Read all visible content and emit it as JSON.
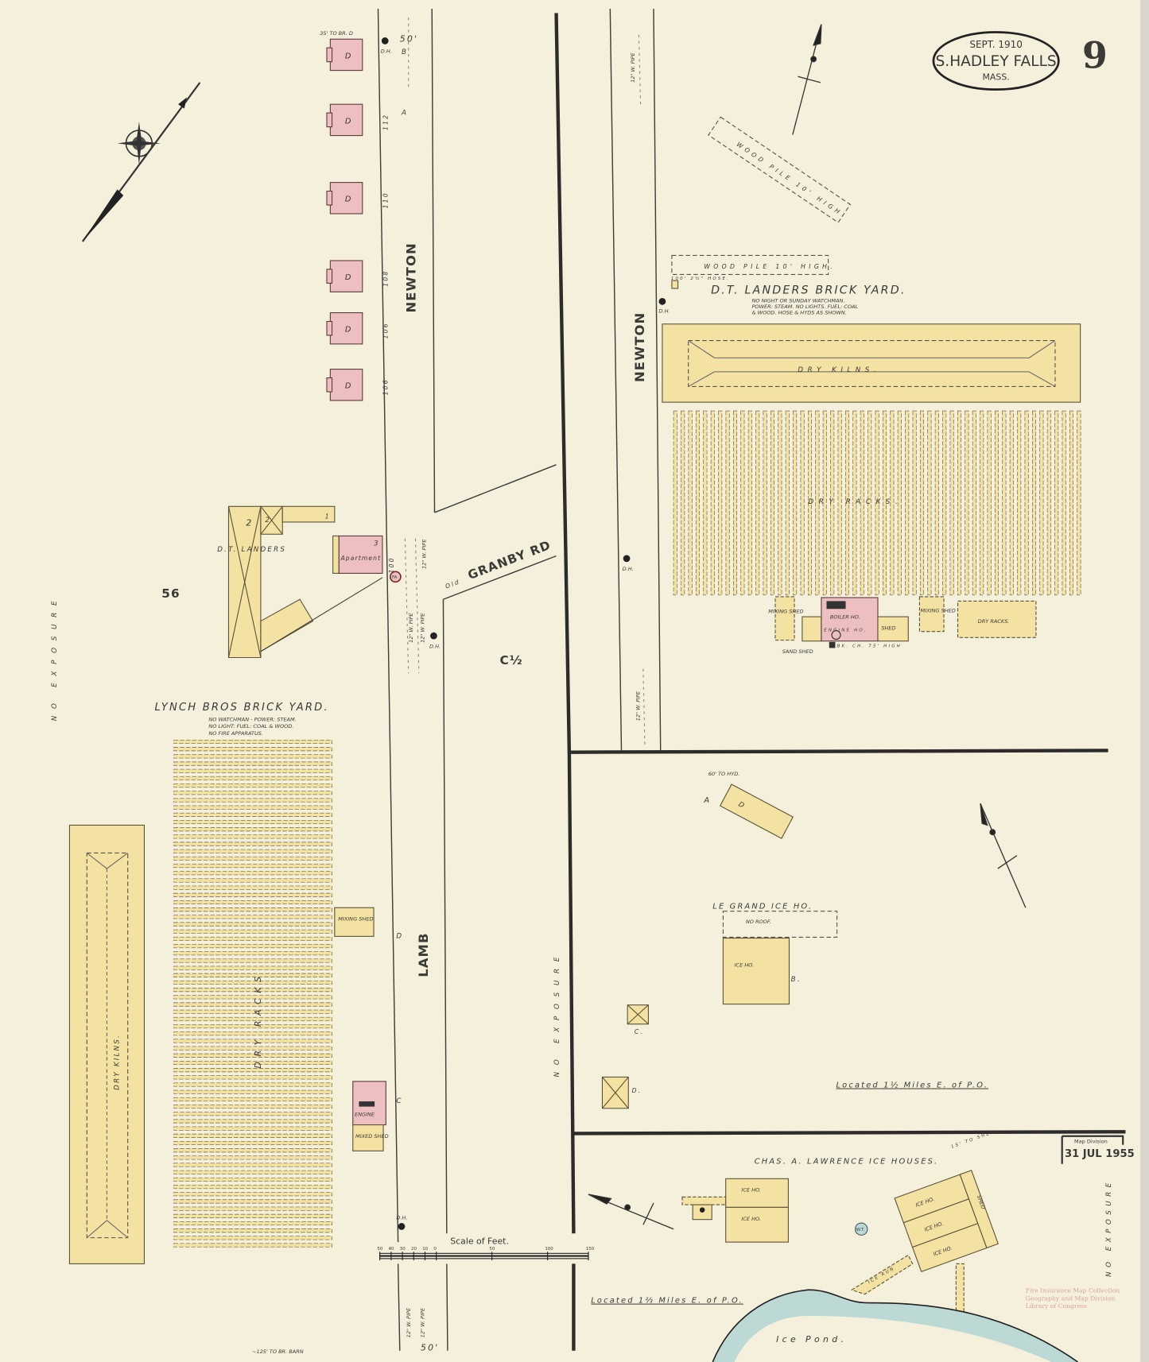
{
  "title_cartouche": {
    "date": "SEPT. 1910",
    "town": "S.HADLEY FALLS",
    "state": "MASS."
  },
  "sheet_number": "9",
  "streets": {
    "newton_left": "NEWTON",
    "newton_right": "NEWTON",
    "granby": "GRANBY RD",
    "granby_prefix": "Old",
    "lamb": "LAMB"
  },
  "block_numbers": {
    "left": "56",
    "center": "C½"
  },
  "pipes": {
    "pipe_label": "12\" W. PIPE",
    "width_label": "50'"
  },
  "houses": {
    "occupancy": "D",
    "numbers": [
      "",
      "112",
      "110",
      "108",
      "106"
    ],
    "dist_note": "35' TO BR. D",
    "letters": [
      "B",
      "A"
    ]
  },
  "exposure": "NO EXPOSURE",
  "hydrant_label": "D.H.",
  "fire_alarm": "FA",
  "landers_left": {
    "name": "D.T. LANDERS",
    "stories": [
      "2",
      "2",
      "1"
    ],
    "apartment": "Apartment",
    "apartment_stories": "3",
    "house_no": "100"
  },
  "lynch": {
    "title": "LYNCH BROS BRICK YARD.",
    "notes": [
      "NO WATCHMAN - POWER: STEAM.",
      "NO LIGHT: FUEL: COAL & WOOD.",
      "NO FIRE APPARATUS."
    ],
    "dry_racks": "DRY RACKS",
    "dry_kilns": "DRY KILNS.",
    "mixing_shed": "MIXING SHED",
    "engine": "ENGINE",
    "mixed_shed": "MIXED SHED",
    "letters": [
      "D",
      "C"
    ]
  },
  "landers_yard": {
    "title": "D.T. LANDERS BRICK YARD.",
    "notes": [
      "NO NIGHT OR SUNDAY WATCHMAN.",
      "POWER: STEAM. NO LIGHTS. FUEL: COAL",
      "& WOOD. HOSE & HYDS AS SHOWN."
    ],
    "hose": "100' 2½\" HOSE.",
    "wood_pile_1": "WOOD PILE 10' HIGH.",
    "wood_pile_2": "WOOD PILE 10' HIGH",
    "dry_kilns": "DRY KILNS.",
    "dry_racks": "DRY RACKS.",
    "mixing_shed": "MIXING SHED",
    "boiler": "BOILER HO.",
    "sand_shed": "SAND SHED",
    "engine": "ENGINE HO.",
    "shed": "SHED",
    "mixing_shed_2": "MIXING SHED",
    "dry_racks_2": "DRY RACKS.",
    "chimney": "BK. CH. 75' HIGH"
  },
  "legrand": {
    "hyd_note": "60' TO HYD.",
    "dwelling_letter": "A",
    "dwelling": "D",
    "title": "LE GRAND ICE HO.",
    "no_roof": "NO ROOF.",
    "ice_ho": "ICE HO.",
    "letters": [
      "B.",
      "C.",
      "D."
    ],
    "located": "Located 1½ Miles E. of P.O."
  },
  "lawrence": {
    "title": "CHAS. A. LAWRENCE ICE HOUSES.",
    "ice_ho": "ICE HO.",
    "ice_run": "ICE RUN",
    "pond": "Ice Pond.",
    "well": "W.T.",
    "located": "Located 1⅔ Miles E. of P.O.",
    "shed_note": "15' TO SHED",
    "shed": "SHED"
  },
  "scale": {
    "title": "Scale of Feet.",
    "ticks": [
      "50",
      "40",
      "30",
      "20",
      "10",
      "0",
      "50",
      "100",
      "150"
    ]
  },
  "footer_note": "~125' TO BR. BARN",
  "stamp": {
    "division": "Map Division",
    "date": "31 JUL 1955"
  },
  "watermark": [
    "Fire Insurance Map Collection",
    "Geography and Map Division",
    "Library of Congress"
  ],
  "colors": {
    "paper": "#f4f0dc",
    "frame": "#f3e2a2",
    "brick": "#eebfc0",
    "water": "#bcd9d6",
    "ink": "#3a3a36"
  }
}
